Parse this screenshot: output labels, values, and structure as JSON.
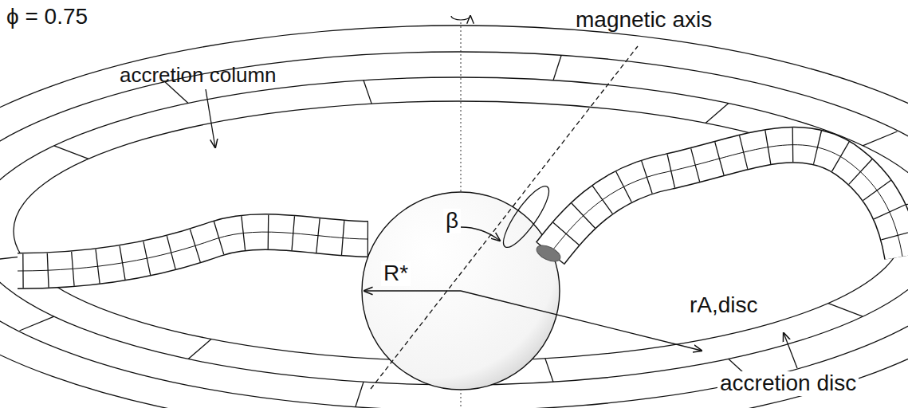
{
  "diagram": {
    "labels": [
      "ϕ = 0.75",
      "magnetic axis",
      "accretion column",
      "R*",
      "β",
      "rA,disc",
      "accretion disc"
    ]
  }
}
